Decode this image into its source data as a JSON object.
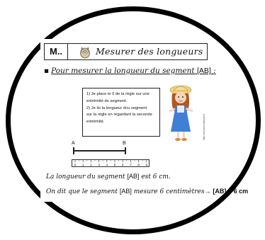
{
  "header": {
    "code": "M..",
    "title": "Mesurer des longueurs"
  },
  "heading": {
    "bullet": "▪",
    "prefix": "Pour mesurer la longueur du segment",
    "segment": "[AB]",
    "suffix": ":"
  },
  "steps": {
    "lines": [
      "1) Je place le 0 de la règle sur une",
      "extrémité du segment.",
      "2) Je lis la longueur dcu segment",
      "sur la règle en regardant la seconde",
      "extrémité."
    ]
  },
  "segment": {
    "start": "A",
    "end": "B"
  },
  "ruler": {
    "ticks": [
      "0",
      "1",
      "2",
      "3",
      "4",
      "5",
      "6",
      "7",
      "8",
      "9"
    ]
  },
  "credit": "http://lessavoirsdejulie.fr",
  "sentence1": {
    "before": "La longueur du segment",
    "segment": "[AB]",
    "after": "est 6 cm."
  },
  "sentence2": {
    "before": "On dit que le segment",
    "segment": "[AB]",
    "middle": "mesure 6 centimètres",
    "arrow": "→",
    "result": "[AB] = 6 cm"
  },
  "icons": {
    "owl": "owl-icon",
    "girl": "girl-illustration"
  },
  "colors": {
    "ring": "#000000",
    "text": "#111111",
    "girl_dress": "#3f7fd6",
    "girl_hair": "#b5561f"
  }
}
